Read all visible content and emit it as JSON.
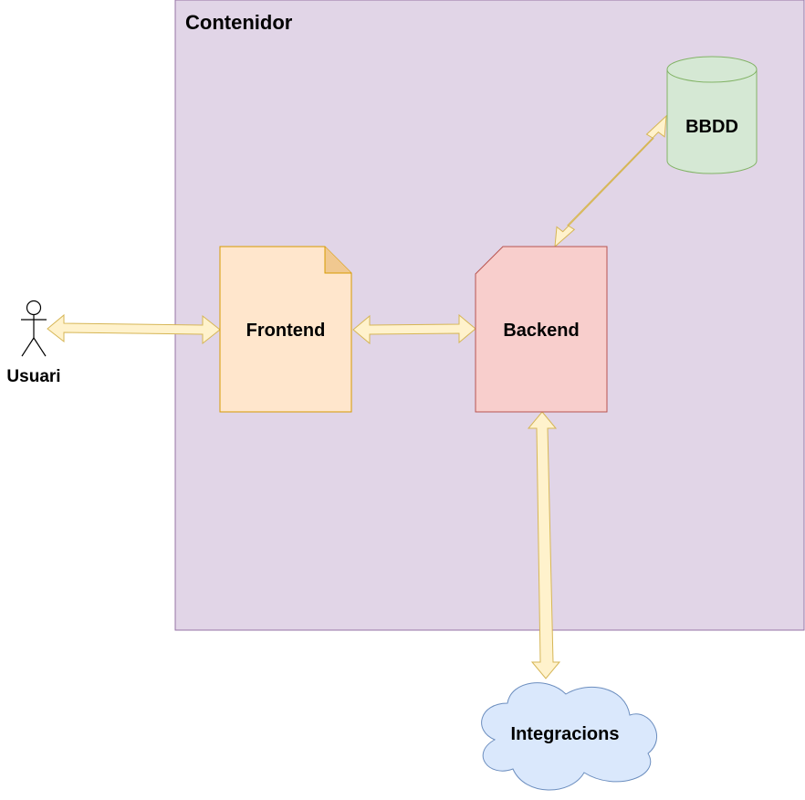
{
  "container": {
    "title": "Contenidor",
    "fill": "#e1d5e7",
    "stroke": "#9673a6"
  },
  "nodes": {
    "user": {
      "label": "Usuari"
    },
    "frontend": {
      "label": "Frontend",
      "fill": "#ffe6cc",
      "stroke": "#d79b00"
    },
    "backend": {
      "label": "Backend",
      "fill": "#f8cecc",
      "stroke": "#b85450"
    },
    "database": {
      "label": "BBDD",
      "fill": "#d5e8d4",
      "stroke": "#82b366"
    },
    "integrations": {
      "label": "Integracions",
      "fill": "#dae8fc",
      "stroke": "#6c8ebf"
    }
  },
  "arrows": {
    "fill": "#fff2cc",
    "stroke": "#d6b656"
  }
}
